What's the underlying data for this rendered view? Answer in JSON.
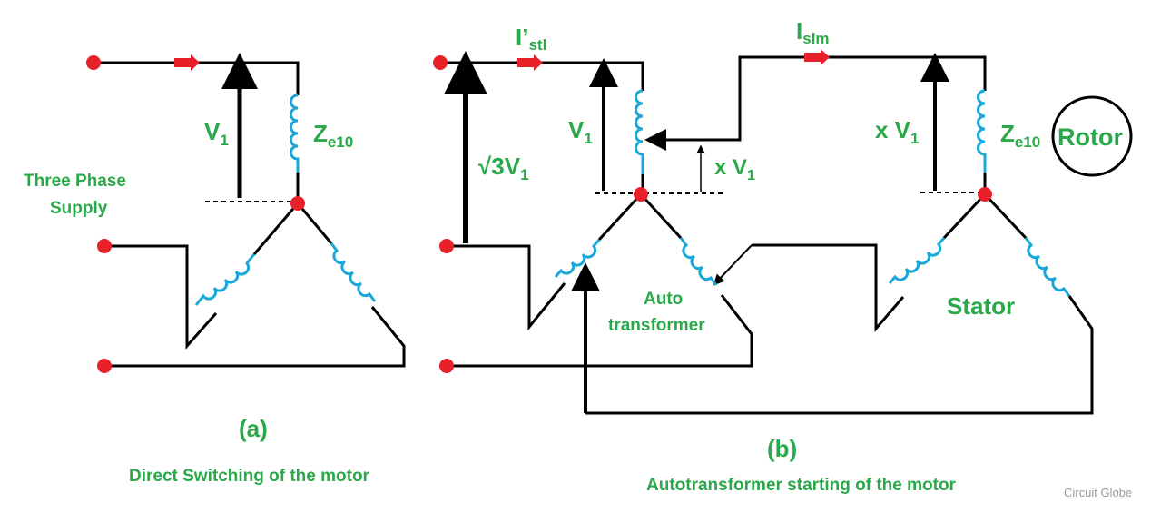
{
  "diagram_a": {
    "supply_label_line1": "Three Phase",
    "supply_label_line2": "Supply",
    "voltage_label": "V",
    "voltage_sub": "1",
    "impedance_label": "Z",
    "impedance_sub": "e10",
    "caption_letter": "(a)",
    "caption_text": "Direct Switching of the motor"
  },
  "diagram_b": {
    "current_label": "I’",
    "current_sub": "stl",
    "supply_voltage_label": "√3V",
    "supply_voltage_sub": "1",
    "voltage_label": "V",
    "voltage_sub": "1",
    "tap_voltage_label": "x V",
    "tap_voltage_sub": "1",
    "auto_label_line1": "Auto",
    "auto_label_line2": "transformer",
    "motor_current_label": "I",
    "motor_current_sub": "slm",
    "motor_voltage_label": "x V",
    "motor_voltage_sub": "1",
    "impedance_label": "Z",
    "impedance_sub": "e10",
    "rotor_label": "Rotor",
    "stator_label": "Stator",
    "caption_letter": "(b)",
    "caption_text": "Autotransformer starting of the motor"
  },
  "watermark": "Circuit Globe",
  "colors": {
    "label_green": "#2aa84a",
    "coil_blue": "#1aa8d8",
    "terminal_red": "#e8202a"
  }
}
